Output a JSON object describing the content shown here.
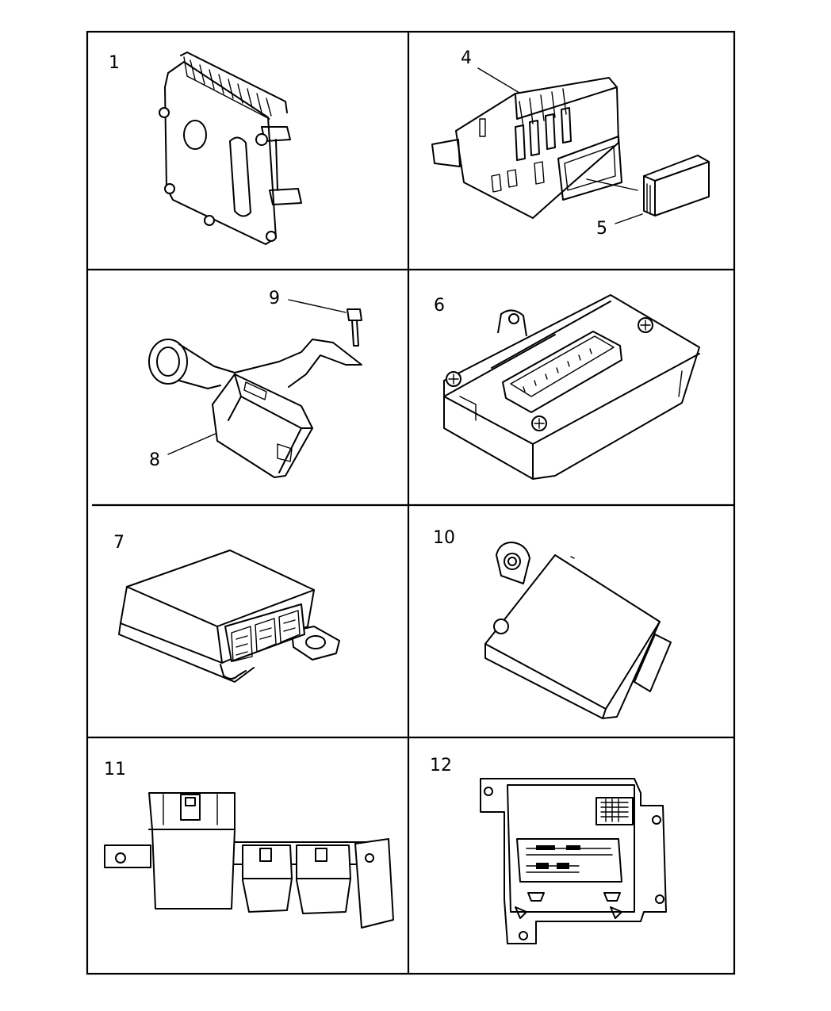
{
  "panels": [
    {
      "id": "p1",
      "callouts": [
        "1"
      ]
    },
    {
      "id": "p2",
      "callouts": [
        "4",
        "5"
      ]
    },
    {
      "id": "p3",
      "callouts": [
        "9",
        "8"
      ]
    },
    {
      "id": "p4",
      "callouts": [
        "6"
      ]
    },
    {
      "id": "p5",
      "callouts": [
        "7"
      ]
    },
    {
      "id": "p6",
      "callouts": [
        "10"
      ]
    },
    {
      "id": "p7",
      "callouts": [
        "11"
      ]
    },
    {
      "id": "p8",
      "callouts": [
        "12"
      ]
    }
  ]
}
